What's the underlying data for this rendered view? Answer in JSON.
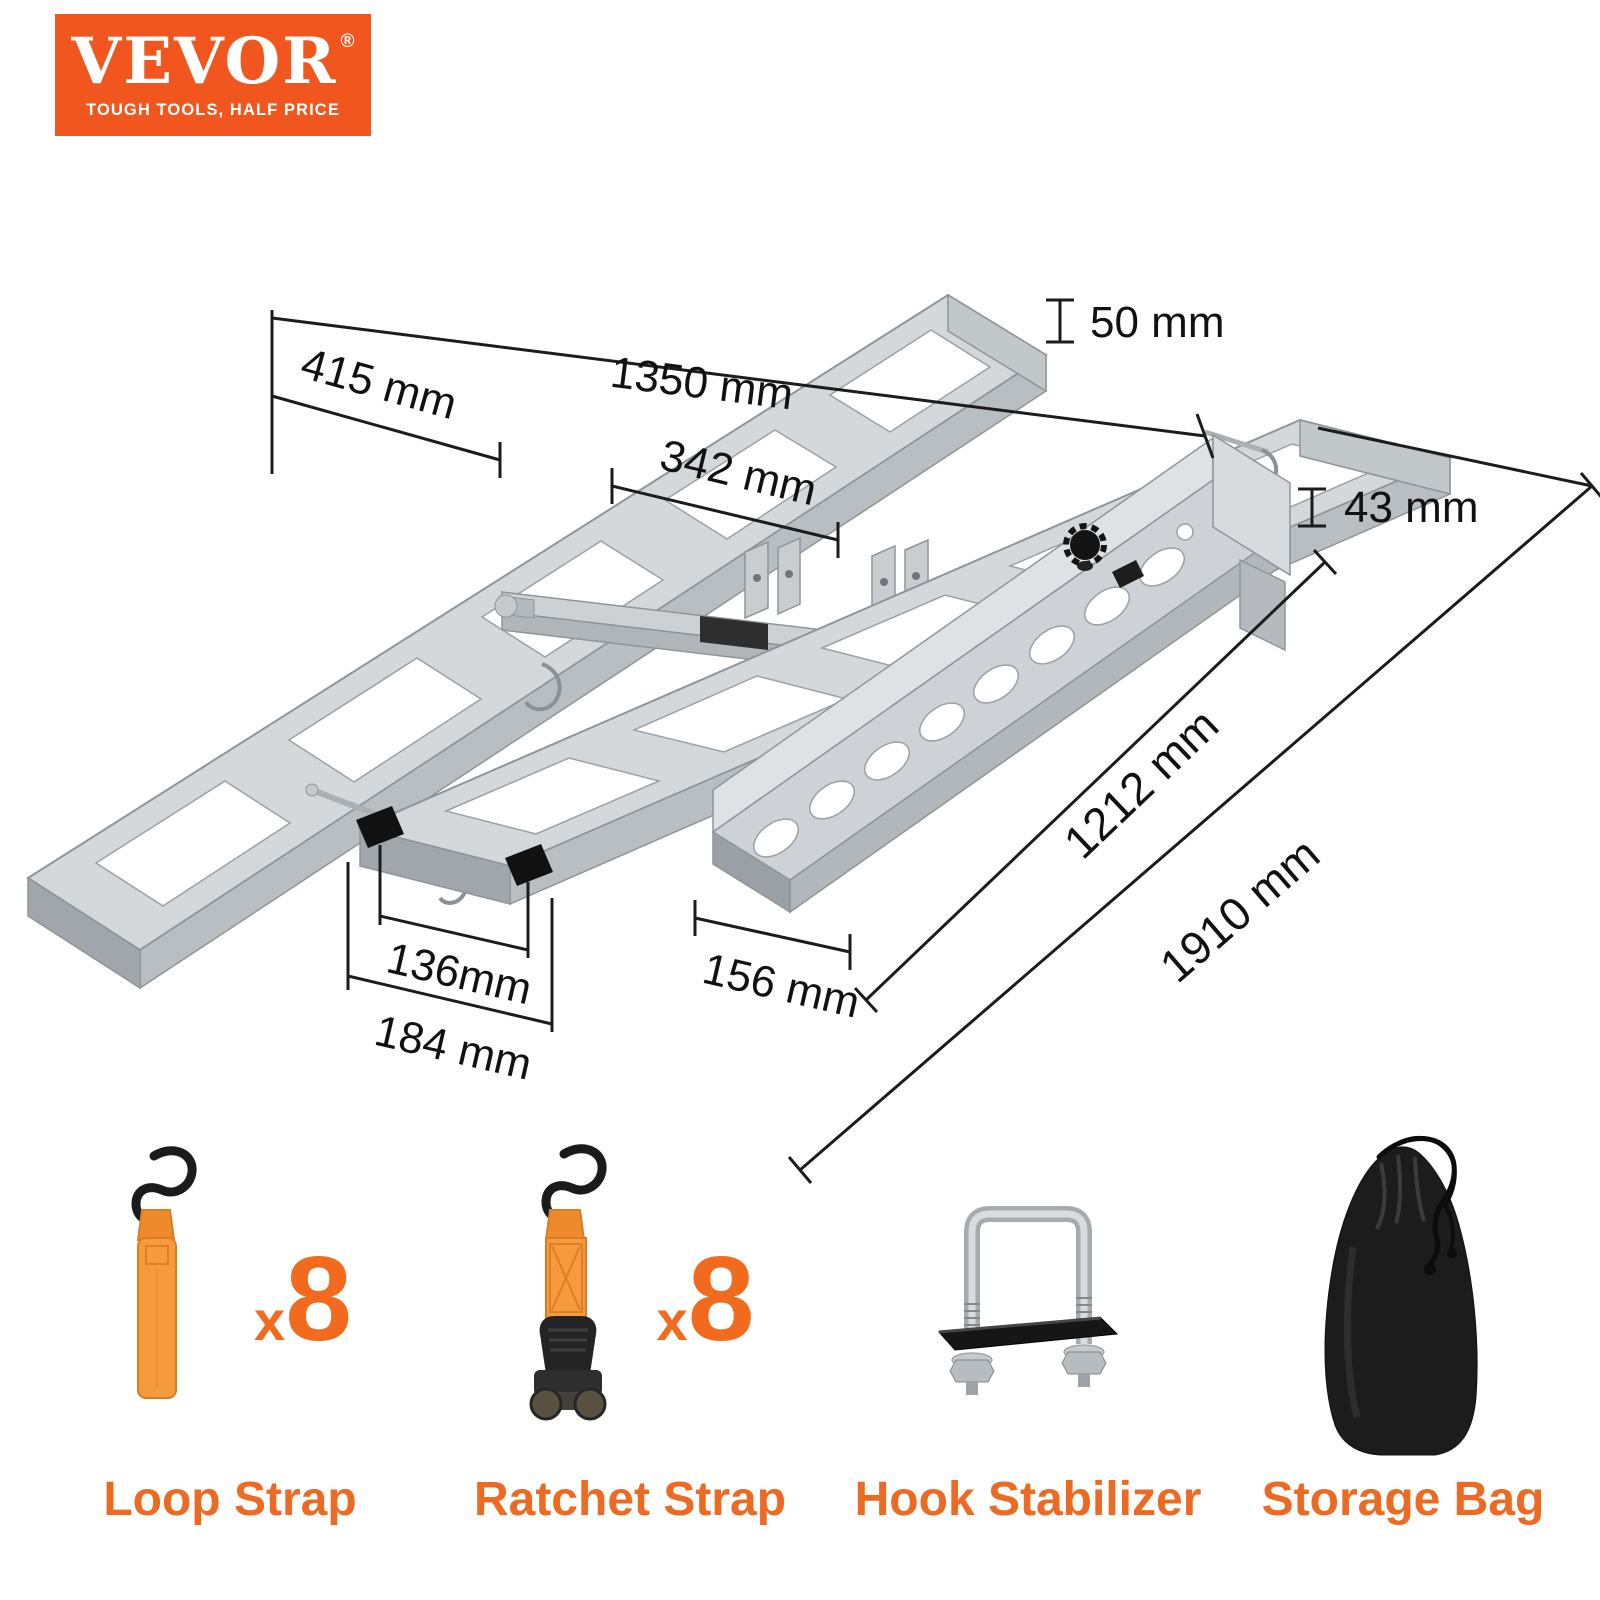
{
  "brand": {
    "name": "VEVOR",
    "registered_mark": "®",
    "tagline": "TOUGH TOOLS, HALF PRICE"
  },
  "colors": {
    "brand_orange": "#f0561d",
    "label_orange": "#ed6a22",
    "strap_orange": "#f59b3e",
    "dimension_ink": "#1c1c1c",
    "aluminum_light": "#d4d8db",
    "aluminum_mid": "#b9bec2"
  },
  "diagram": {
    "subject": "hitch-mounted motorcycle carrier dimension diagram",
    "dimensions": {
      "rail_height": "50 mm",
      "hitch_offset": "415 mm",
      "rail_length": "1350 mm",
      "cross_spacing": "342 mm",
      "ramp_lip_height": "43 mm",
      "ramp_length": "1212 mm",
      "overall_length": "1910 mm",
      "ramp_width": "156 mm",
      "track_inner_width": "136mm",
      "track_outer_width": "184 mm"
    }
  },
  "accessories": [
    {
      "label": "Loop Strap",
      "qty_prefix": "x",
      "qty_value": "8"
    },
    {
      "label": "Ratchet Strap",
      "qty_prefix": "x",
      "qty_value": "8"
    },
    {
      "label": "Hook Stabilizer"
    },
    {
      "label": "Storage Bag"
    }
  ]
}
